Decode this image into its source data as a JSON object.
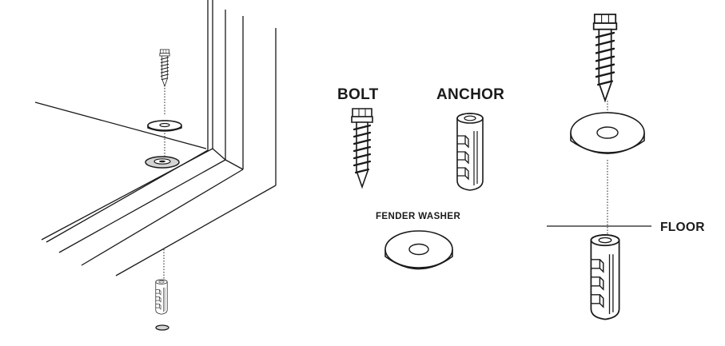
{
  "labels": {
    "bolt": "BOLT",
    "anchor": "ANCHOR",
    "fender_washer": "FENDER WASHER",
    "floor": "FLOOR"
  },
  "colors": {
    "line": "#1a1a1a",
    "fill_light": "#ffffff",
    "shade": "#d4d4d4"
  }
}
